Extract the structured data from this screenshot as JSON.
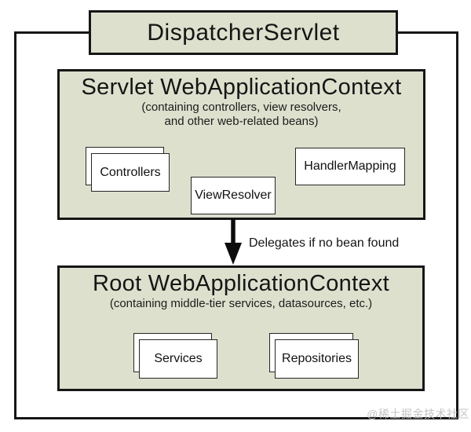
{
  "colors": {
    "box_fill": "#dde0cd",
    "border": "#161616",
    "bean_fill": "#ffffff",
    "watermark_gray": "#c4c4c4"
  },
  "title_box": {
    "label": "DispatcherServlet"
  },
  "servlet_context": {
    "title": "Servlet WebApplicationContext",
    "subtitle_line1": "(containing controllers, view resolvers,",
    "subtitle_line2": "and other web-related beans)",
    "beans": {
      "controllers": "Controllers",
      "view_resolver": "ViewResolver",
      "handler_mapping": "HandlerMapping"
    }
  },
  "arrow": {
    "label": "Delegates if no bean found"
  },
  "root_context": {
    "title": "Root WebApplicationContext",
    "subtitle": "(containing middle-tier services, datasources, etc.)",
    "beans": {
      "services": "Services",
      "repositories": "Repositories"
    }
  },
  "watermark": "@稀土掘金技术社区"
}
